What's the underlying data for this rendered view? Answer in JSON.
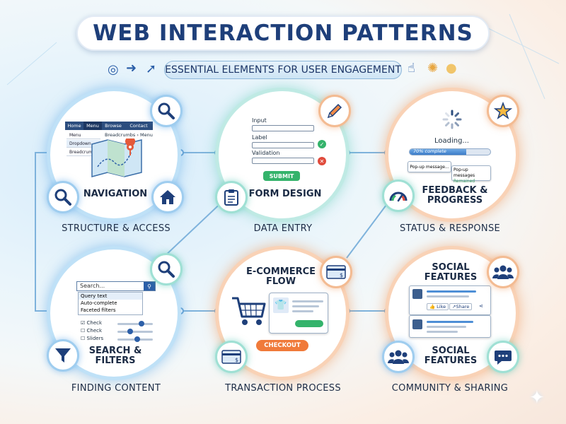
{
  "title": "WEB INTERACTION PATTERNS",
  "subtitle": "ESSENTIAL ELEMENTS FOR USER ENGAGEMENT",
  "modules": {
    "navigation": {
      "label": "NAVIGATION",
      "caption": "STRUCTURE & ACCESS",
      "menubar": [
        "Home",
        "Menu",
        "Browse",
        "Contact"
      ],
      "breadcrumb": "Breadcrumbs › Menu",
      "menu_items": [
        "Menu",
        "Dropdown",
        "Breadcrumbs"
      ]
    },
    "form": {
      "label": "FORM DESIGN",
      "caption": "DATA ENTRY",
      "field_labels": [
        "Input",
        "Label",
        "Validation"
      ],
      "submit": "SUBMIT"
    },
    "feedback": {
      "label_line1": "FEEDBACK &",
      "label_line2": "PROGRESS",
      "caption": "STATUS & RESPONSE",
      "loading": "Loading...",
      "progress_text": "70% complete",
      "progress": 0.7,
      "popup1": "Pop-up message...",
      "popup2_line1": "Pop-up messages",
      "popup2_line2": "Remained"
    },
    "search": {
      "label_line1": "SEARCH &",
      "label_line2": "FILTERS",
      "caption": "FINDING CONTENT",
      "search_placeholder": "Search...",
      "suggestions": [
        "Query text",
        "Auto-complete",
        "Faceted filters"
      ],
      "checks": [
        "Check",
        "Check",
        "Sliders"
      ]
    },
    "ecommerce": {
      "label_line1": "E-COMMERCE",
      "label_line2": "FLOW",
      "caption": "TRANSACTION PROCESS",
      "checkout": "CHECKOUT",
      "card_symbol": "$"
    },
    "social": {
      "label_top_line1": "SOCIAL",
      "label_top_line2": "FEATURES",
      "label_bottom_line1": "SOCIAL",
      "label_bottom_line2": "FEATURES",
      "caption": "COMMUNITY & SHARING",
      "like": "Like",
      "share": "Share"
    }
  },
  "colors": {
    "title": "#1e3f7a",
    "blue_accent": "#4e8fd6",
    "teal_accent": "#3cbfa8",
    "orange_accent": "#f08a46",
    "submit_green": "#34b36b",
    "checkout_orange": "#f07a3a"
  },
  "icons": [
    "search-icon",
    "map-icon",
    "home-icon",
    "pencil-icon",
    "clipboard-icon",
    "star-icon",
    "gauge-icon",
    "funnel-icon",
    "cart-icon",
    "credit-card-icon",
    "users-icon",
    "chat-icon"
  ]
}
